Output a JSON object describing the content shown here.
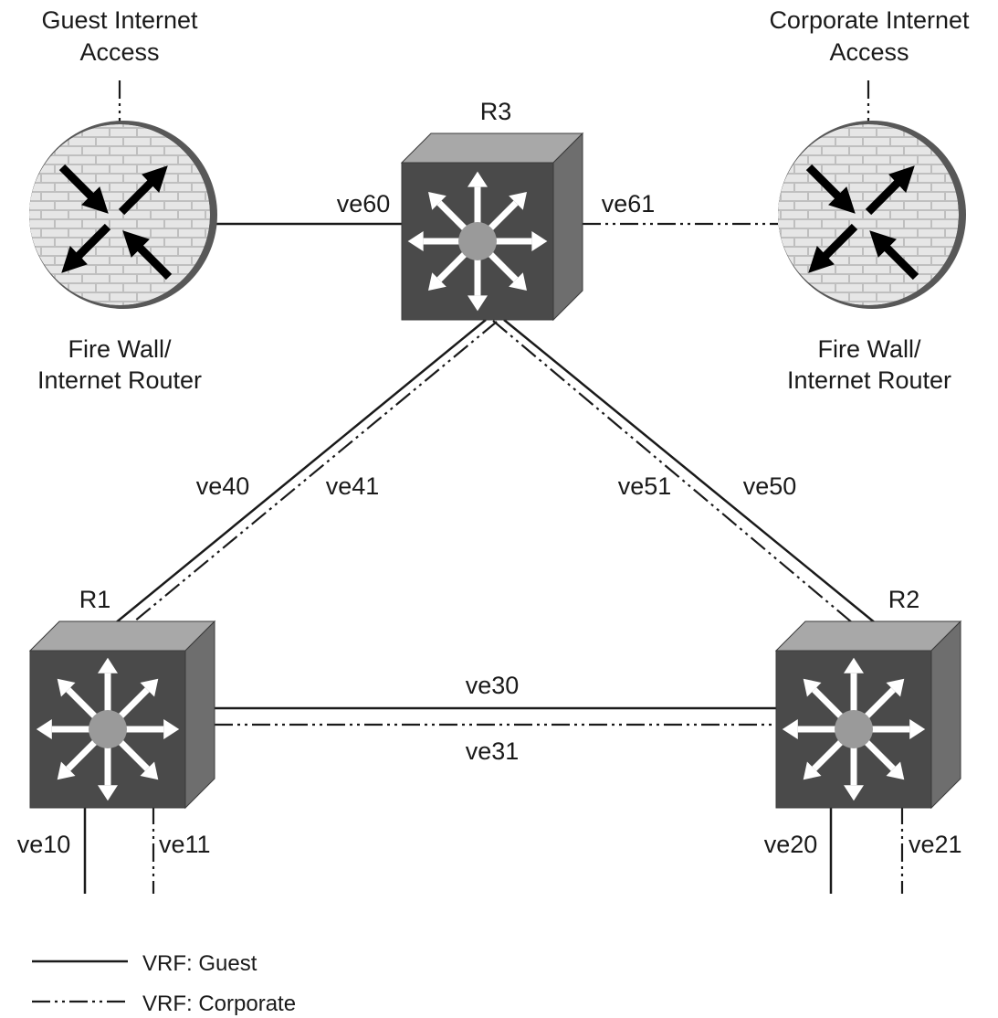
{
  "colors": {
    "switch_front": "#4a4a4a",
    "switch_top": "#a8a8a8",
    "switch_side": "#6e6e6e",
    "hub": "#9a9a9a",
    "arrow": "#ffffff",
    "firewall_bg": "#bfbfbf",
    "brick": "#e6e6e6",
    "firewall_ring": "#585858",
    "line": "#1a1a1a"
  },
  "firewalls": {
    "guest": {
      "title_line1": "Guest Internet",
      "title_line2": "Access",
      "caption_line1": "Fire Wall/",
      "caption_line2": "Internet Router",
      "icon": "firewall-router-icon"
    },
    "corporate": {
      "title_line1": "Corporate Internet",
      "title_line2": "Access",
      "caption_line1": "Fire Wall/",
      "caption_line2": "Internet Router",
      "icon": "firewall-router-icon"
    }
  },
  "routers": {
    "r3": {
      "label": "R3",
      "icon": "layer3-switch-icon"
    },
    "r1": {
      "label": "R1",
      "icon": "layer3-switch-icon"
    },
    "r2": {
      "label": "R2",
      "icon": "layer3-switch-icon"
    }
  },
  "interfaces": {
    "ve60": "ve60",
    "ve61": "ve61",
    "ve40": "ve40",
    "ve41": "ve41",
    "ve51": "ve51",
    "ve50": "ve50",
    "ve30": "ve30",
    "ve31": "ve31",
    "ve10": "ve10",
    "ve11": "ve11",
    "ve20": "ve20",
    "ve21": "ve21"
  },
  "legend": {
    "guest": "VRF: Guest",
    "corporate": "VRF: Corporate"
  }
}
